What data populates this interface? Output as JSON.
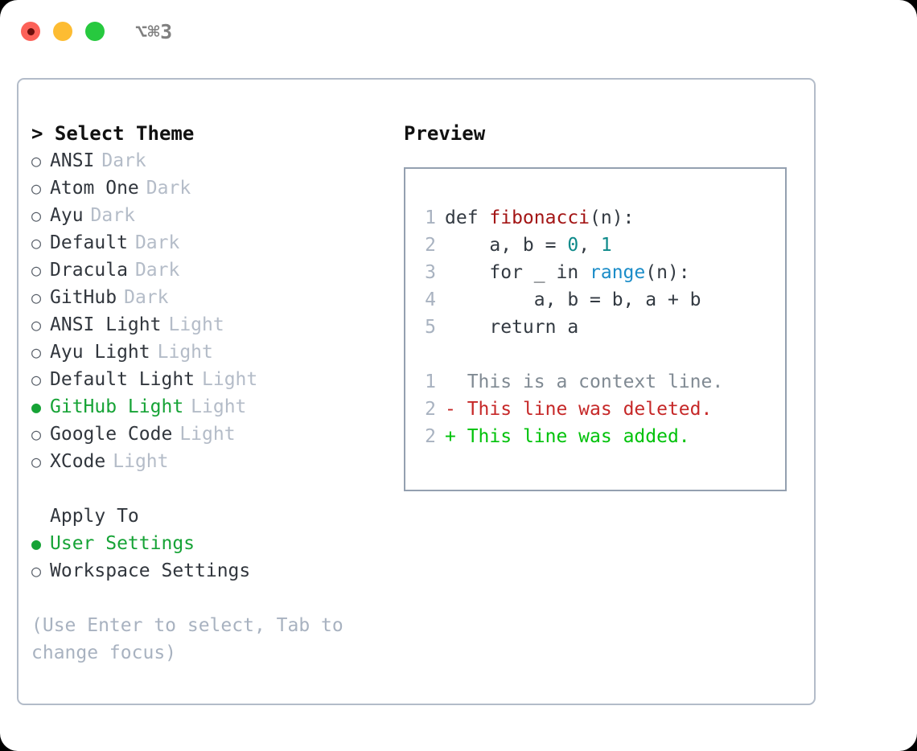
{
  "titlebar": {
    "shortcut": "⌥⌘3",
    "buttons": [
      {
        "name": "close",
        "color": "#fc6158"
      },
      {
        "name": "minimize",
        "color": "#fdbc32"
      },
      {
        "name": "maximize",
        "color": "#27c93f"
      }
    ]
  },
  "theme_list": {
    "header": "> Select Theme",
    "items": [
      {
        "marker": "○",
        "label": "ANSI",
        "category": "Dark",
        "selected": false
      },
      {
        "marker": "○",
        "label": "Atom One",
        "category": "Dark",
        "selected": false
      },
      {
        "marker": "○",
        "label": "Ayu",
        "category": "Dark",
        "selected": false
      },
      {
        "marker": "○",
        "label": "Default",
        "category": "Dark",
        "selected": false
      },
      {
        "marker": "○",
        "label": "Dracula",
        "category": "Dark",
        "selected": false
      },
      {
        "marker": "○",
        "label": "GitHub",
        "category": "Dark",
        "selected": false
      },
      {
        "marker": "○",
        "label": "ANSI Light",
        "category": "Light",
        "selected": false
      },
      {
        "marker": "○",
        "label": "Ayu Light",
        "category": "Light",
        "selected": false
      },
      {
        "marker": "○",
        "label": "Default Light",
        "category": "Light",
        "selected": false
      },
      {
        "marker": "●",
        "label": "GitHub Light",
        "category": "Light",
        "selected": true
      },
      {
        "marker": "○",
        "label": "Google Code",
        "category": "Light",
        "selected": false
      },
      {
        "marker": "○",
        "label": "XCode",
        "category": "Light",
        "selected": false
      }
    ]
  },
  "apply_to": {
    "header": "Apply To",
    "items": [
      {
        "marker": "●",
        "label": "User Settings",
        "selected": true
      },
      {
        "marker": "○",
        "label": "Workspace Settings",
        "selected": false
      }
    ]
  },
  "hint": "(Use Enter to select, Tab to change focus)",
  "preview": {
    "title": "Preview",
    "code_lines": [
      {
        "no": "1",
        "segments": [
          {
            "text": "def ",
            "type": "plain"
          },
          {
            "text": "fibonacci",
            "type": "function"
          },
          {
            "text": "(n):",
            "type": "plain"
          }
        ]
      },
      {
        "no": "2",
        "segments": [
          {
            "text": "    a, b = ",
            "type": "plain"
          },
          {
            "text": "0",
            "type": "number"
          },
          {
            "text": ", ",
            "type": "plain"
          },
          {
            "text": "1",
            "type": "number"
          }
        ]
      },
      {
        "no": "3",
        "segments": [
          {
            "text": "    for _ in ",
            "type": "plain"
          },
          {
            "text": "range",
            "type": "call"
          },
          {
            "text": "(n):",
            "type": "plain"
          }
        ]
      },
      {
        "no": "4",
        "segments": [
          {
            "text": "        a, b = b, a + b",
            "type": "plain"
          }
        ]
      },
      {
        "no": "5",
        "segments": [
          {
            "text": "    return a",
            "type": "plain"
          }
        ]
      }
    ],
    "diff_lines": [
      {
        "no": "1",
        "prefix": "  ",
        "text": "This is a context line.",
        "kind": "context"
      },
      {
        "no": "2",
        "prefix": "- ",
        "text": "This line was deleted.",
        "kind": "deleted"
      },
      {
        "no": "2",
        "prefix": "+ ",
        "text": "This line was added.",
        "kind": "added"
      }
    ]
  },
  "colors": {
    "selection_green": "#16a336",
    "diff_add_green": "#00c20a",
    "diff_del_red": "#c62828",
    "syntax_function_red": "#a31515",
    "syntax_number_teal": "#0e8a8a",
    "syntax_call_blue": "#1a8cc8",
    "muted_gray": "#b4bcc8",
    "panel_border": "#b3bcc9",
    "preview_border": "#94a0b0"
  }
}
